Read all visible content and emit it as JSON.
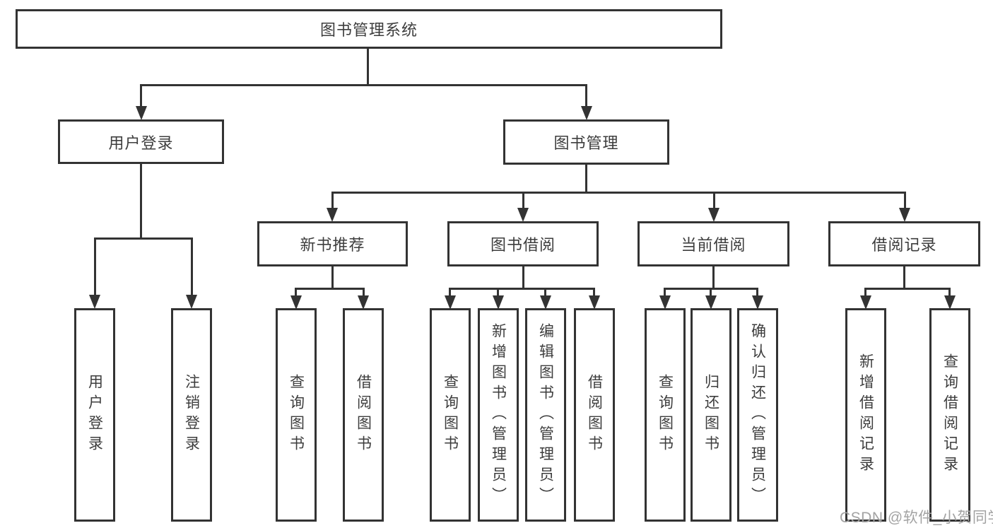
{
  "diagram": {
    "type": "tree",
    "colors": {
      "line": "#333333",
      "box_border": "#333333",
      "box_fill": "#ffffff",
      "text": "#3d3d3d",
      "watermark": "#a3a3a3"
    },
    "tree": {
      "root": {
        "label": "图书管理系统",
        "children": [
          {
            "label": "用户登录",
            "children": [
              {
                "label": "用户登录"
              },
              {
                "label": "注销登录"
              }
            ]
          },
          {
            "label": "图书管理",
            "children": [
              {
                "label": "新书推荐",
                "children": [
                  {
                    "label": "查询图书"
                  },
                  {
                    "label": "借阅图书"
                  }
                ]
              },
              {
                "label": "图书借阅",
                "children": [
                  {
                    "label": "查询图书"
                  },
                  {
                    "label": "新增图书（管理员）"
                  },
                  {
                    "label": "编辑图书（管理员）"
                  },
                  {
                    "label": "借阅图书"
                  }
                ]
              },
              {
                "label": "当前借阅",
                "children": [
                  {
                    "label": "查询图书"
                  },
                  {
                    "label": "归还图书"
                  },
                  {
                    "label": "确认归还（管理员）"
                  }
                ]
              },
              {
                "label": "借阅记录",
                "children": [
                  {
                    "label": "新增借阅记录"
                  },
                  {
                    "label": "查询借阅记录"
                  }
                ]
              }
            ]
          }
        ]
      }
    },
    "watermark": {
      "text": "CSDN @软件_小贺同学"
    }
  }
}
